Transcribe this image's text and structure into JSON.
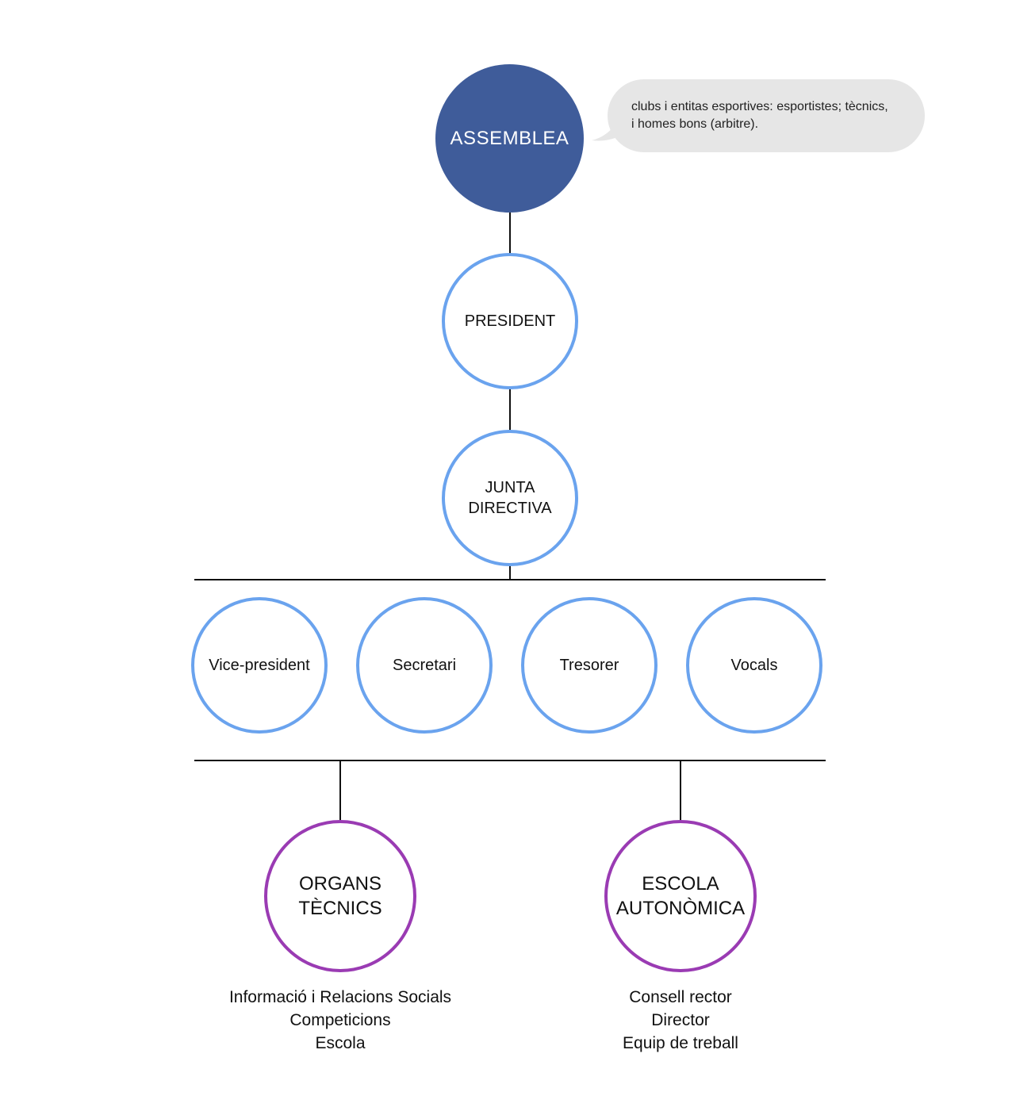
{
  "root": {
    "label": "ASSEMBLEA",
    "note": "clubs i entitas esportives: esportistes; tècnics,\ni homes bons (arbitre)."
  },
  "level1": {
    "label": "PRESIDENT"
  },
  "level2": {
    "label": "JUNTA\nDIRECTIVA"
  },
  "members": [
    {
      "label": "Vice-president"
    },
    {
      "label": "Secretari"
    },
    {
      "label": "Tresorer"
    },
    {
      "label": "Vocals"
    }
  ],
  "branches": [
    {
      "label": "ORGANS\nTÈCNICS",
      "items": [
        "Informació i Relacions Socials",
        "Competicions",
        "Escola"
      ]
    },
    {
      "label": "ESCOLA\nAUTONÒMICA",
      "items": [
        "Consell rector",
        "Director",
        "Equip de treball"
      ]
    }
  ],
  "colors": {
    "root_fill": "#3f5c9a",
    "blue_stroke": "#6aa3ee",
    "purple_stroke": "#9a3bb3",
    "note_fill": "#e6e6e6"
  }
}
